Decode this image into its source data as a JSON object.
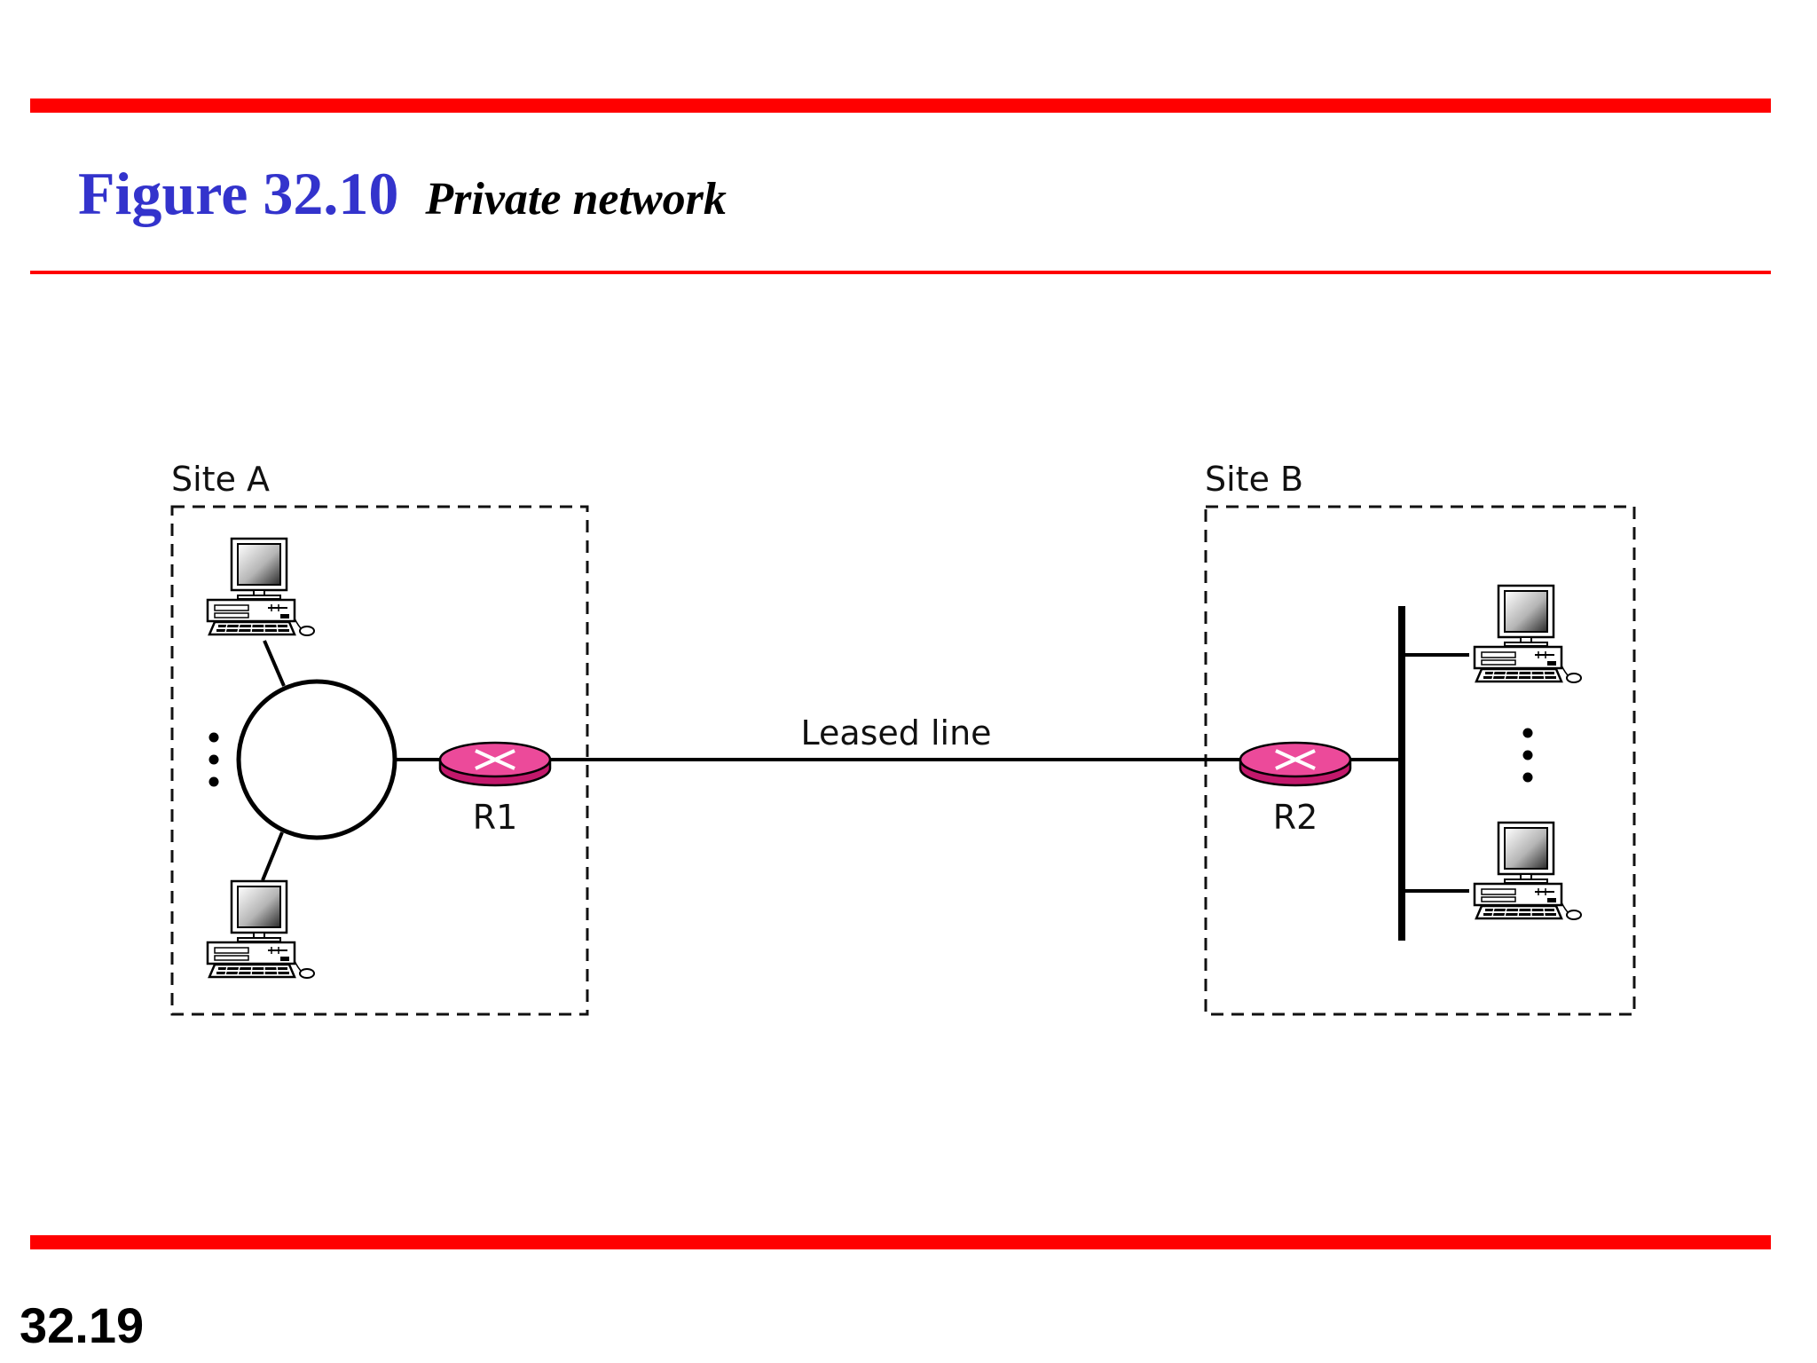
{
  "slide": {
    "figure_label": "Figure 32.10",
    "caption": "Private network",
    "page_number": "32.19"
  },
  "colors": {
    "rule": "#ff0000",
    "figure_label": "#3333cc",
    "router": "#ec4a9a"
  },
  "diagram": {
    "site_a": {
      "label": "Site A",
      "router": "R1",
      "topology": "ring"
    },
    "site_b": {
      "label": "Site B",
      "router": "R2",
      "topology": "bus"
    },
    "link": {
      "label": "Leased line"
    }
  }
}
